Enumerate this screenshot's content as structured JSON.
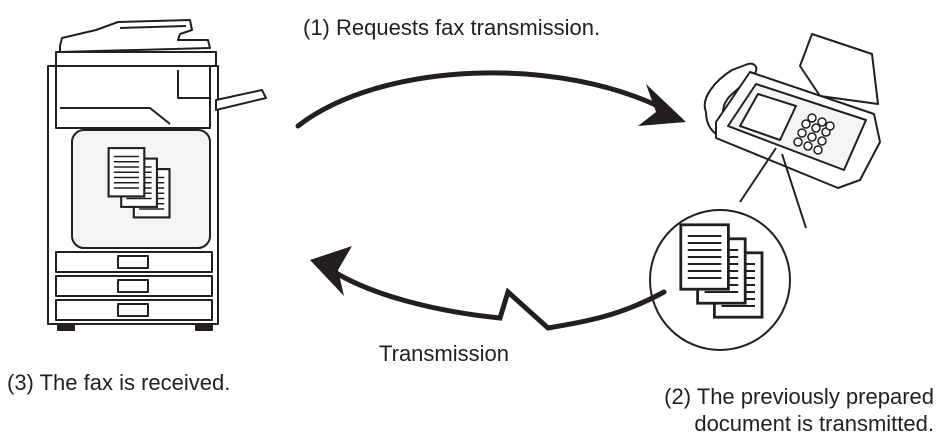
{
  "diagram": {
    "steps": {
      "step1": "(1) Requests fax transmission.",
      "step2_line1": "(2) The previously prepared",
      "step2_line2": "document is transmitted.",
      "step3": "(3) The fax is received."
    },
    "transmission_label": "Transmission"
  },
  "colors": {
    "line": "#231f20",
    "device_fill": "#ffffff",
    "panel_fill": "#f2f2f2"
  }
}
